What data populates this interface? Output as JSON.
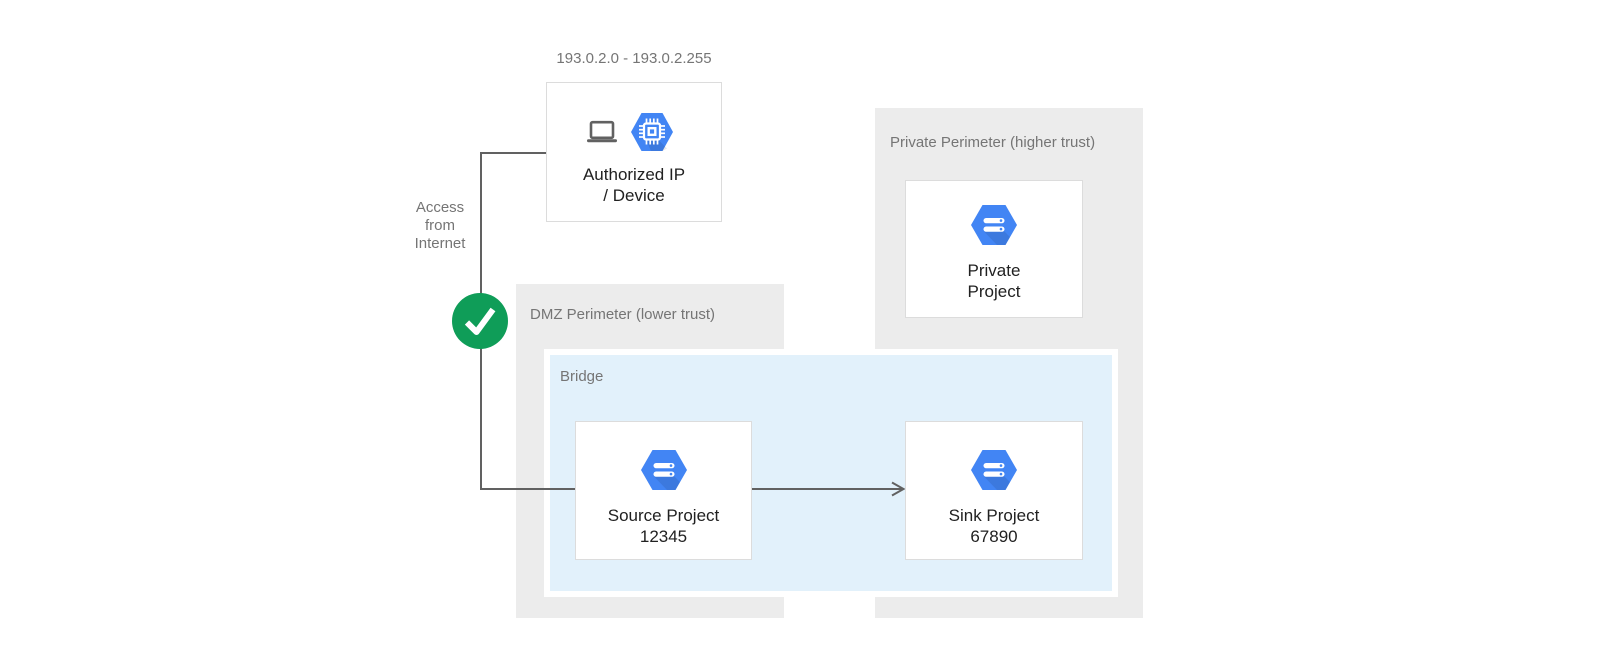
{
  "colors": {
    "hexagon_blue": "#4285F4",
    "check_green": "#0F9D58",
    "bridge_fill": "#E2F1FB",
    "perimeter_fill": "#ECECEC",
    "connector_gray": "#616161",
    "muted_label_gray": "#757575",
    "node_text": "#212121"
  },
  "labels": {
    "ip_range": "193.0.2.0 - 193.0.2.255",
    "access": {
      "line1": "Access",
      "line2": "from",
      "line3": "Internet"
    }
  },
  "perimeters": {
    "dmz": {
      "label": "DMZ Perimeter (lower trust)"
    },
    "private": {
      "label": "Private Perimeter (higher trust)"
    },
    "bridge": {
      "label": "Bridge"
    }
  },
  "nodes": {
    "authorized_device": {
      "line1": "Authorized IP",
      "line2": "/ Device",
      "icons": [
        "laptop-icon",
        "chip-hexagon-icon"
      ]
    },
    "private_project": {
      "line1": "Private",
      "line2": "Project",
      "icon": "gcp-project-icon"
    },
    "source_project": {
      "line1": "Source Project",
      "line2": "12345",
      "icon": "gcp-project-icon"
    },
    "sink_project": {
      "line1": "Sink Project",
      "line2": "67890",
      "icon": "gcp-project-icon"
    }
  }
}
